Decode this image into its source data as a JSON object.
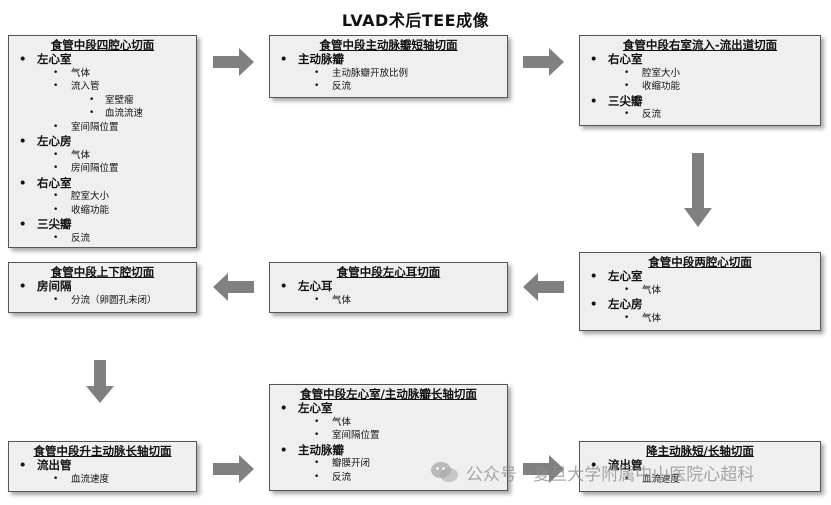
{
  "title": "LVAD术后TEE成像",
  "boxes": {
    "b1": {
      "title": "食管中段四腔心切面",
      "items": [
        {
          "label": "左心室",
          "children": [
            {
              "label": "气体"
            },
            {
              "label": "流入管",
              "children": [
                {
                  "label": "室壁瘤"
                },
                {
                  "label": "血流流速"
                }
              ]
            },
            {
              "label": "室间隔位置"
            }
          ]
        },
        {
          "label": "左心房",
          "children": [
            {
              "label": "气体"
            },
            {
              "label": "房间隔位置"
            }
          ]
        },
        {
          "label": "右心室",
          "children": [
            {
              "label": "腔室大小"
            },
            {
              "label": "收缩功能"
            }
          ]
        },
        {
          "label": "三尖瓣",
          "children": [
            {
              "label": "反流"
            }
          ]
        }
      ]
    },
    "b2": {
      "title": "食管中段主动脉瓣短轴切面",
      "items": [
        {
          "label": "主动脉瓣",
          "children": [
            {
              "label": "主动脉瓣开放比例"
            },
            {
              "label": "反流"
            }
          ]
        }
      ]
    },
    "b3": {
      "title": "食管中段右室流入-流出道切面",
      "items": [
        {
          "label": "右心室",
          "children": [
            {
              "label": "腔室大小"
            },
            {
              "label": "收缩功能"
            }
          ]
        },
        {
          "label": "三尖瓣",
          "children": [
            {
              "label": "反流"
            }
          ]
        }
      ]
    },
    "b4": {
      "title": "食管中段两腔心切面",
      "items": [
        {
          "label": "左心室",
          "children": [
            {
              "label": "气体"
            }
          ]
        },
        {
          "label": "左心房",
          "children": [
            {
              "label": "气体"
            }
          ]
        }
      ]
    },
    "b5": {
      "title": "食管中段左心耳切面",
      "items": [
        {
          "label": "左心耳",
          "children": [
            {
              "label": "气体"
            }
          ]
        }
      ]
    },
    "b6": {
      "title": "食管中段上下腔切面",
      "items": [
        {
          "label": "房间隔",
          "children": [
            {
              "label": "分流（卵圆孔未闭）"
            }
          ]
        }
      ]
    },
    "b7": {
      "title": "食管中段升主动脉长轴切面",
      "items": [
        {
          "label": "流出管",
          "children": [
            {
              "label": "血流速度"
            }
          ]
        }
      ]
    },
    "b8": {
      "title": "食管中段左心室/主动脉瓣长轴切面",
      "items": [
        {
          "label": "左心室",
          "children": [
            {
              "label": "气体"
            },
            {
              "label": "室间隔位置"
            }
          ]
        },
        {
          "label": "主动脉瓣",
          "children": [
            {
              "label": "瓣膜开闭"
            },
            {
              "label": "反流"
            }
          ]
        }
      ]
    },
    "b9": {
      "title": "降主动脉短/长轴切面",
      "items": [
        {
          "label": "流出管",
          "children": [
            {
              "label": "血流速度"
            }
          ]
        }
      ]
    }
  },
  "watermark": {
    "text": "公众号 · 复旦大学附属中山医院心超科",
    "icon": "wechat-icon"
  },
  "colors": {
    "box_fill": "#efefef",
    "box_border": "#555555",
    "arrow": "#808080"
  }
}
